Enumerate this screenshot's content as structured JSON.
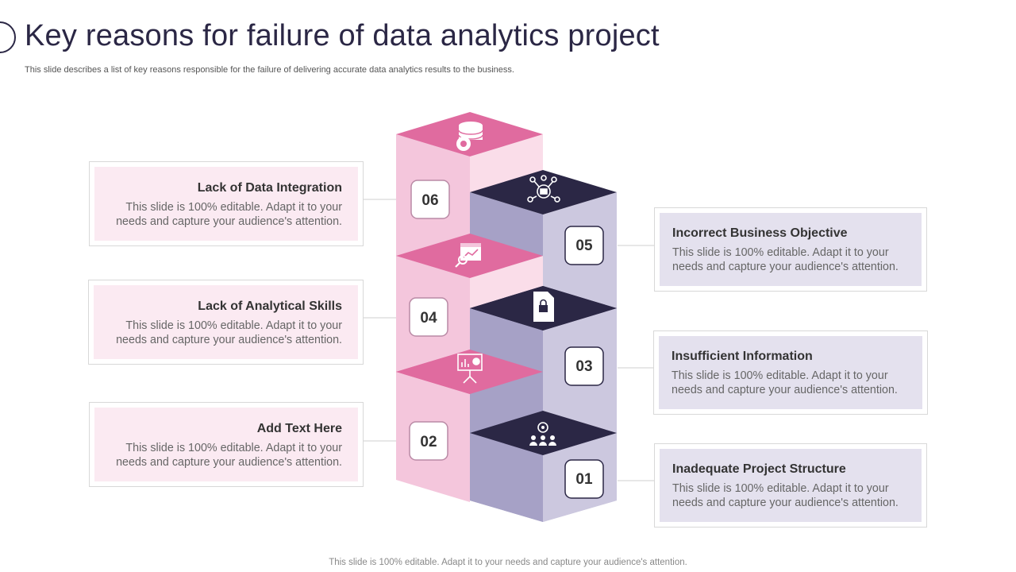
{
  "title": "Key reasons for failure of data analytics project",
  "subtitle": "This slide describes a list of key reasons responsible for the failure of delivering accurate data analytics results to the business.",
  "footer": "This slide is 100% editable. Adapt it to your needs and capture your audience's attention.",
  "colors": {
    "pink_top": "#e06b9f",
    "pink_front": "#f4c6dc",
    "pink_side": "#fadde9",
    "navy_top": "#2b2745",
    "lavender_front": "#a6a1c6",
    "lavender_side": "#ccc8df"
  },
  "steps": [
    {
      "number": "01",
      "icon": "team-target-icon"
    },
    {
      "number": "02",
      "icon": "presentation-chart-icon"
    },
    {
      "number": "03",
      "icon": "locked-document-icon"
    },
    {
      "number": "04",
      "icon": "analytics-search-icon"
    },
    {
      "number": "05",
      "icon": "network-briefcase-icon"
    },
    {
      "number": "06",
      "icon": "database-gear-icon"
    }
  ],
  "cards_left": [
    {
      "title": "Lack of Data Integration",
      "body": "This slide is 100% editable.  Adapt it to your needs and capture your audience's attention."
    },
    {
      "title": "Lack of Analytical Skills",
      "body": "This slide is 100% editable.  Adapt it to your needs and capture your audience's attention."
    },
    {
      "title": "Add Text Here",
      "body": "This slide is 100% editable.  Adapt it to your needs and capture your audience's attention."
    }
  ],
  "cards_right": [
    {
      "title": "Incorrect Business  Objective",
      "body": "This slide is 100% editable.  Adapt it to your needs and capture your audience's attention."
    },
    {
      "title": "Insufficient Information",
      "body": "This slide is 100% editable.  Adapt it to your needs and capture your audience's attention."
    },
    {
      "title": "Inadequate Project Structure",
      "body": "This slide is 100% editable.  Adapt it to your needs and capture your audience's attention."
    }
  ]
}
